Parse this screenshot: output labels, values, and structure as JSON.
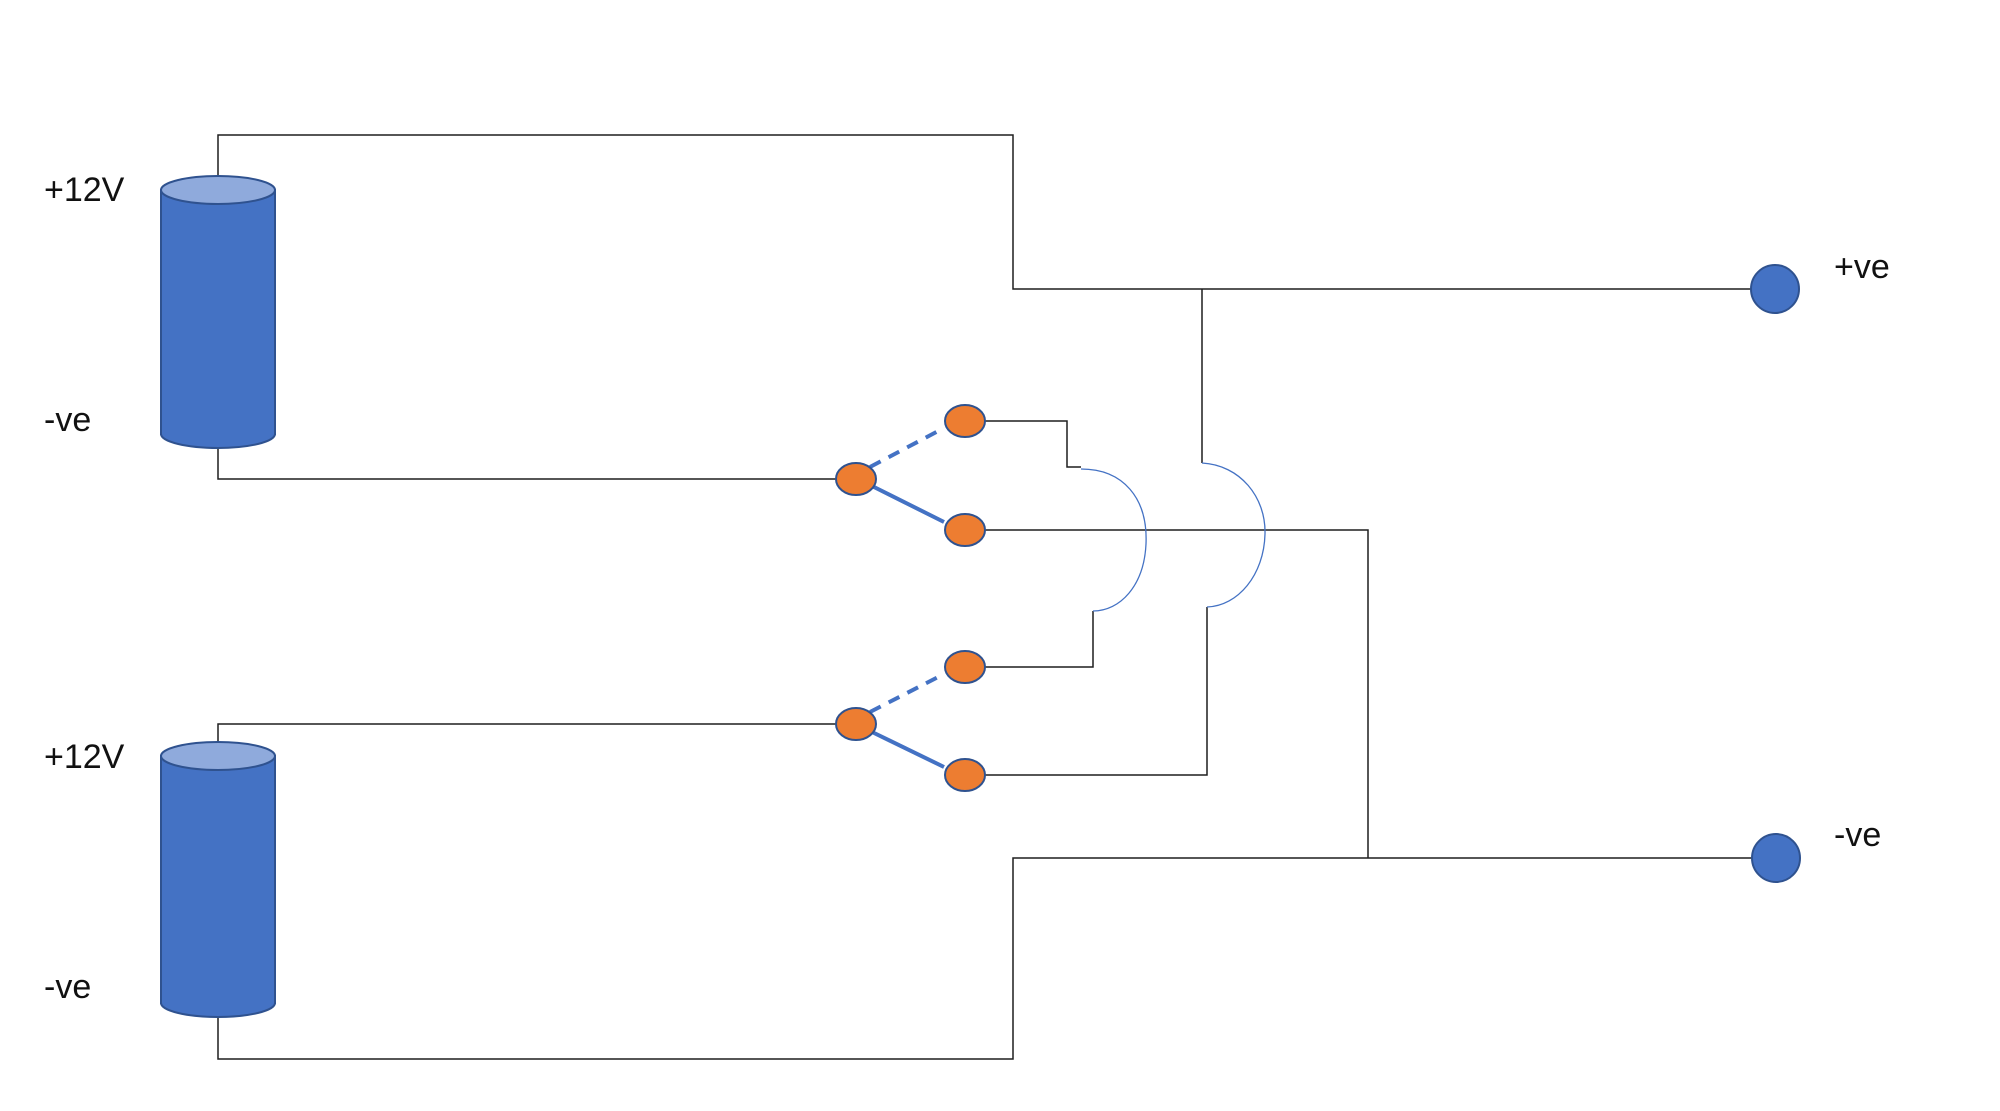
{
  "battery_top": {
    "positive_label": "+12V",
    "negative_label": "-ve"
  },
  "battery_bottom": {
    "positive_label": "+12V",
    "negative_label": "-ve"
  },
  "output_positive": {
    "label": "+ve"
  },
  "output_negative": {
    "label": "-ve"
  },
  "colors": {
    "battery_fill": "#4472c4",
    "battery_top_fill": "#8faadc",
    "switch_contact": "#ed7d31",
    "switch_arm": "#4472c4",
    "wire": "#1f1f1f"
  }
}
